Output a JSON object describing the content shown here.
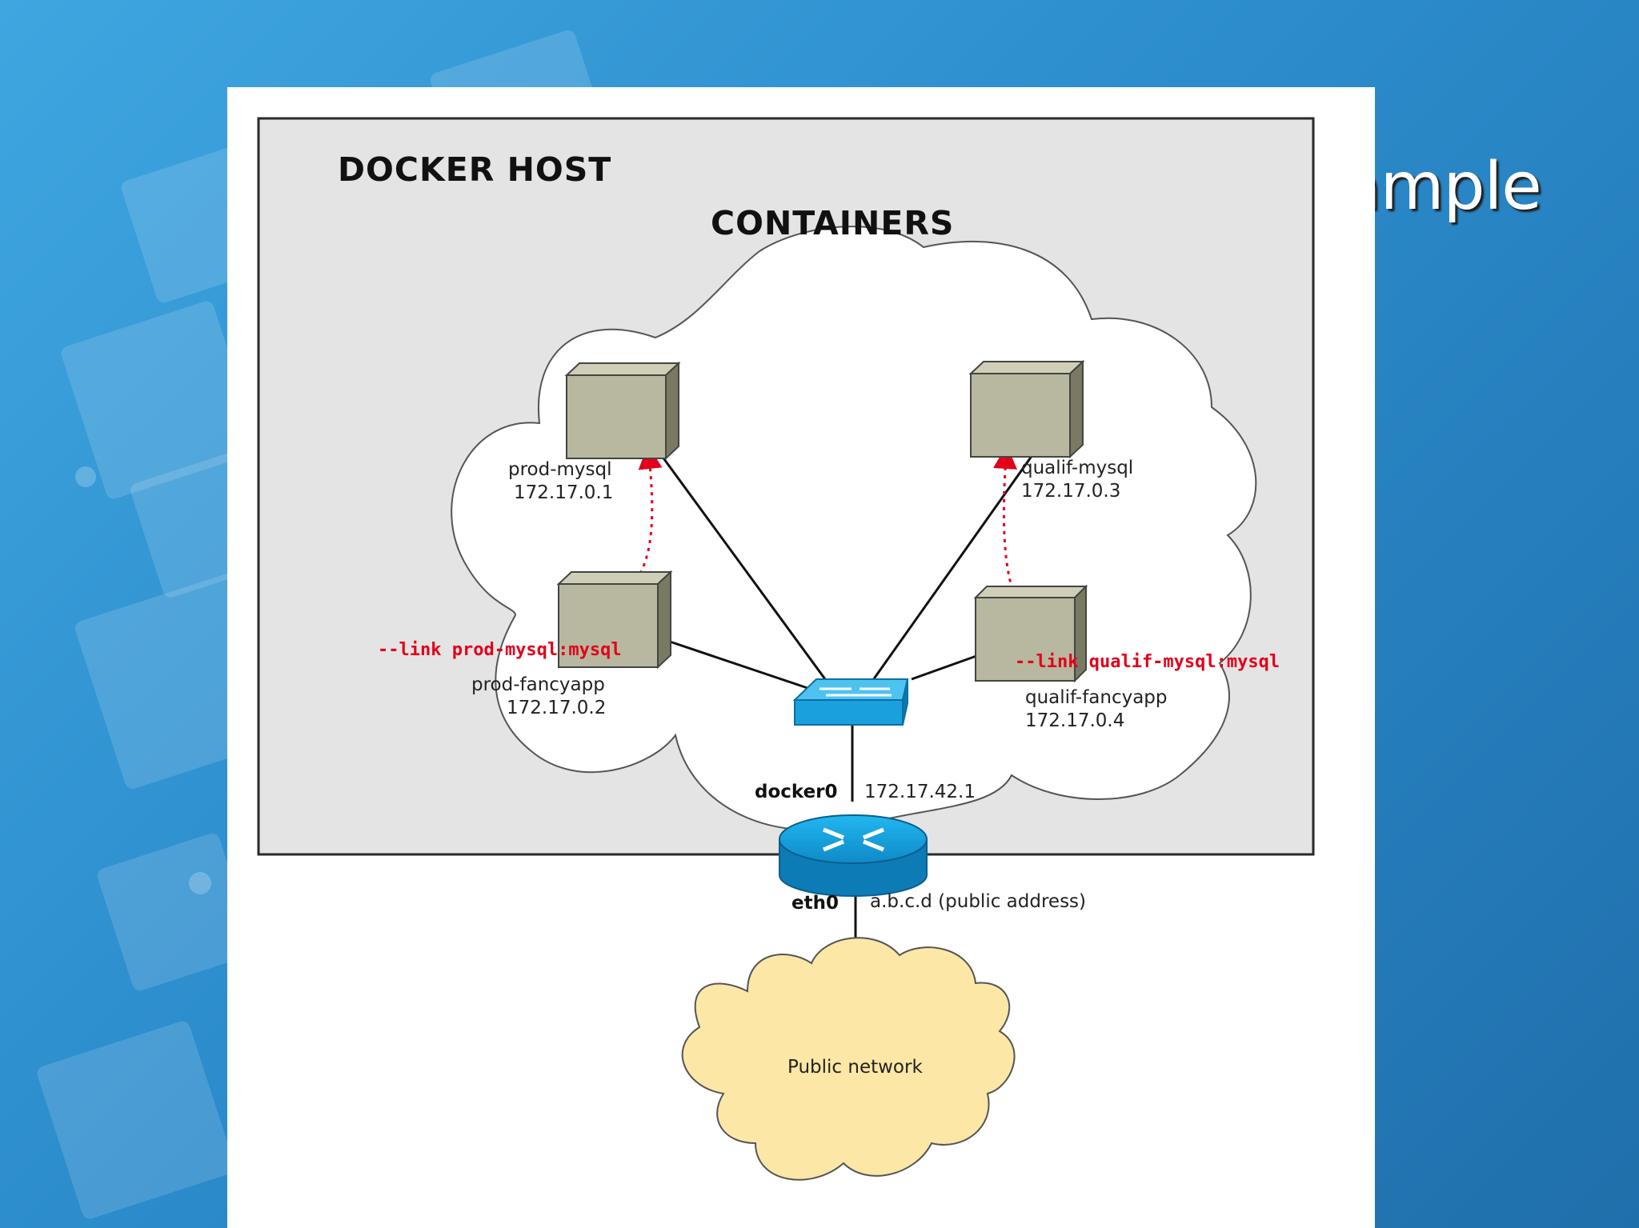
{
  "slide": {
    "title": "Link Example"
  },
  "diagram": {
    "host_label": "DOCKER HOST",
    "containers_label": "CONTAINERS",
    "nodes": {
      "prod_mysql": {
        "name": "prod-mysql",
        "ip": "172.17.0.1"
      },
      "prod_fancyapp": {
        "name": "prod-fancyapp",
        "ip": "172.17.0.2"
      },
      "qualif_mysql": {
        "name": "qualif-mysql",
        "ip": "172.17.0.3"
      },
      "qualif_fancyapp": {
        "name": "qualif-fancyapp",
        "ip": "172.17.0.4"
      }
    },
    "links": {
      "prod": "--link prod-mysql:mysql",
      "qualif": "--link qualif-mysql:mysql"
    },
    "bridge": {
      "name": "docker0",
      "ip": "172.17.42.1"
    },
    "external": {
      "name": "eth0",
      "address": "a.b.c.d  (public address)"
    },
    "public_network": "Public network",
    "colors": {
      "container": "#b8b8a0",
      "link": "#e2001a",
      "switch": "#1aa0dc",
      "public_cloud": "#fde7a6"
    }
  }
}
